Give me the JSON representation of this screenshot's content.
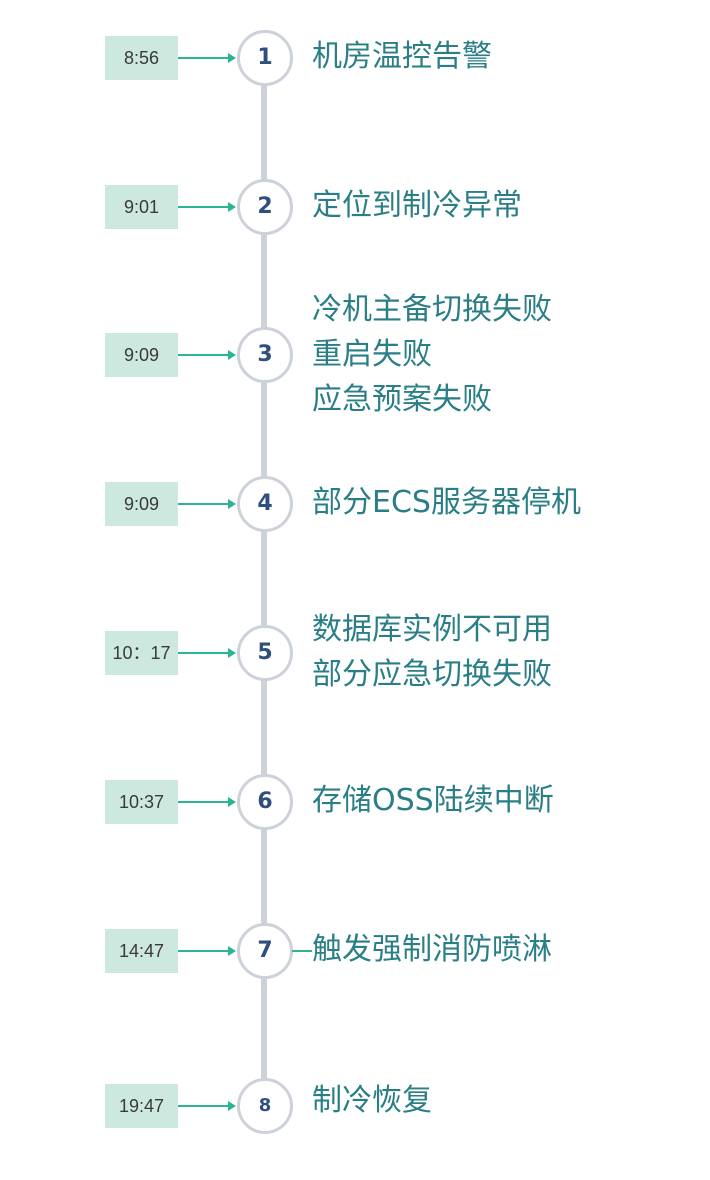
{
  "colors": {
    "time_box_bg": "#cde8de",
    "arrow": "#2bb594",
    "spine": "#cdd1da",
    "node_number": "#2f4f7f",
    "label_text": "#2a7f86"
  },
  "events": [
    {
      "index": "1",
      "time": "8:56",
      "lines": [
        "机房温控告警"
      ]
    },
    {
      "index": "2",
      "time": "9:01",
      "lines": [
        "定位到制冷异常"
      ]
    },
    {
      "index": "3",
      "time": "9:09",
      "lines": [
        "冷机主备切换失败",
        "重启失败",
        "应急预案失败"
      ]
    },
    {
      "index": "4",
      "time": "9:09",
      "lines": [
        "部分ECS服务器停机"
      ]
    },
    {
      "index": "5",
      "time": "10：17",
      "lines": [
        "数据库实例不可用",
        "部分应急切换失败"
      ]
    },
    {
      "index": "6",
      "time": "10:37",
      "lines": [
        "存储OSS陆续中断"
      ]
    },
    {
      "index": "7",
      "time": "14:47",
      "lines": [
        "触发强制消防喷淋"
      ]
    },
    {
      "index": "8",
      "time": "19:47",
      "lines": [
        "制冷恢复"
      ]
    }
  ]
}
